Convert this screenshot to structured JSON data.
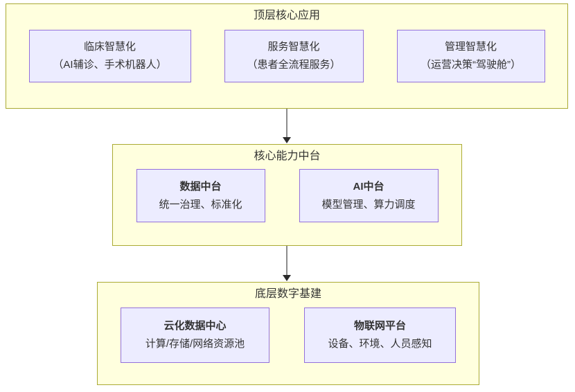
{
  "diagram": {
    "type": "layered-architecture-flowchart",
    "colors": {
      "cluster_fill": "#ffffde",
      "cluster_border": "#aaaa33",
      "node_fill": "#ECECFF",
      "node_border": "#9370DB",
      "text": "#333333",
      "arrow_line": "#8c8c8c",
      "arrow_head": "#2b2b2b",
      "background": "#ffffff"
    },
    "layers": [
      {
        "title": "顶层核心应用",
        "nodes": [
          {
            "title": "临床智慧化",
            "subtitle": "（AI辅诊、手术机器人）"
          },
          {
            "title": "服务智慧化",
            "subtitle": "（患者全流程服务）"
          },
          {
            "title": "管理智慧化",
            "subtitle": "（运营决策“驾驶舱”）"
          }
        ]
      },
      {
        "title": "核心能力中台",
        "nodes": [
          {
            "title": "数据中台",
            "subtitle": "统一治理、标准化"
          },
          {
            "title": "AI中台",
            "subtitle": "模型管理、算力调度"
          }
        ]
      },
      {
        "title": "底层数字基建",
        "nodes": [
          {
            "title": "云化数据中心",
            "subtitle": "计算/存储/网络资源池"
          },
          {
            "title": "物联网平台",
            "subtitle": "设备、环境、人员感知"
          }
        ]
      }
    ],
    "arrows": [
      {
        "from": "顶层核心应用",
        "to": "核心能力中台"
      },
      {
        "from": "核心能力中台",
        "to": "底层数字基建"
      }
    ]
  }
}
